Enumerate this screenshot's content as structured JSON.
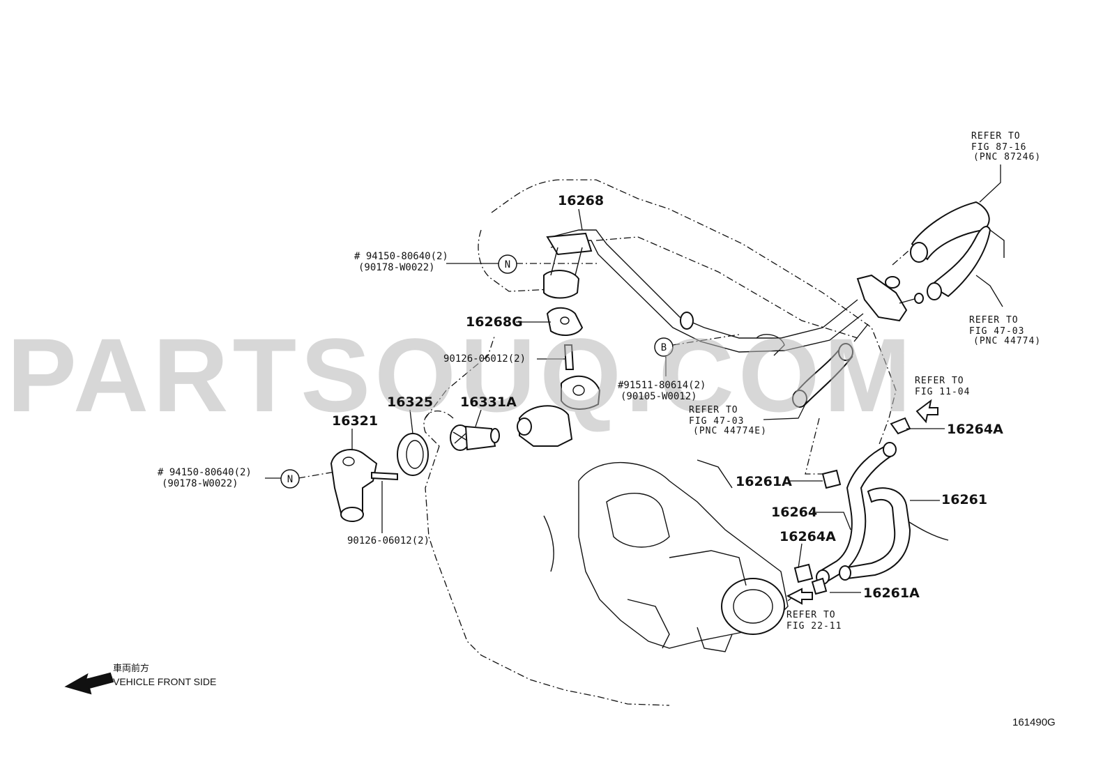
{
  "watermark": "PARTSOUQ.COM",
  "figure_code": "161490G",
  "front_side": {
    "japanese": "車両前方",
    "english": "VEHICLE FRONT SIDE"
  },
  "callouts": {
    "p16268": "16268",
    "p16268G": "16268G",
    "p16325": "16325",
    "p16331A": "16331A",
    "p16321": "16321",
    "p16264A_top": "16264A",
    "p16261A_mid": "16261A",
    "p16261": "16261",
    "p16264": "16264",
    "p16264A_bot": "16264A",
    "p16261A_bot": "16261A",
    "bolt_top_1": "# 94150-80640(2)",
    "bolt_top_2": "(90178-W0022)",
    "stud_top": "90126-06012(2)",
    "bolt_b_1": "#91511-80614(2)",
    "bolt_b_2": "(90105-W0012)",
    "bolt_left_1": "# 94150-80640(2)",
    "bolt_left_2": "(90178-W0022)",
    "stud_bottom": "90126-06012(2)",
    "circle_n_top": "N",
    "circle_b": "B",
    "circle_n_left": "N"
  },
  "references": {
    "r8716_1": "REFER TO",
    "r8716_2": "FIG 87-16",
    "r8716_3": "(PNC 87246)",
    "r4703a_1": "REFER TO",
    "r4703a_2": "FIG 47-03",
    "r4703a_3": "(PNC 44774)",
    "r1104_1": "REFER TO",
    "r1104_2": "FIG 11-04",
    "r4703b_1": "REFER TO",
    "r4703b_2": "FIG 47-03",
    "r4703b_3": "(PNC 44774E)",
    "r2211_1": "REFER TO",
    "r2211_2": "FIG 22-11"
  }
}
